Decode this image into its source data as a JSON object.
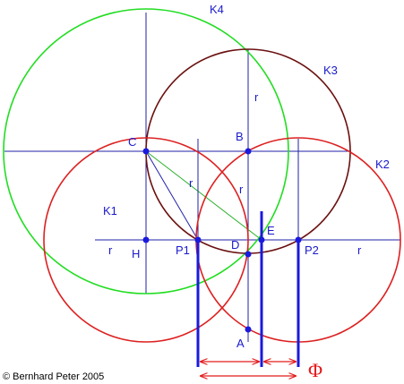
{
  "colors": {
    "k4": "#22dd22",
    "k3": "#6b1010",
    "k1k2": "#dd2020",
    "guide": "#2222aa",
    "thick": "#1a1add",
    "point": "#1a1add",
    "label": "#1a1acc",
    "bracket": "#e21b1b"
  },
  "labels": {
    "k4": "K4",
    "k3": "K3",
    "k2": "K2",
    "k1": "K1",
    "c": "C",
    "b": "B",
    "h": "H",
    "p1": "P1",
    "p2": "P2",
    "d": "D",
    "e": "E",
    "a": "A",
    "r_top": "r",
    "r_mid": "r",
    "r_diag": "r",
    "r_left": "r",
    "r_right": "r",
    "phi": "Φ",
    "copyright": "© Bernhard Peter 2005"
  }
}
